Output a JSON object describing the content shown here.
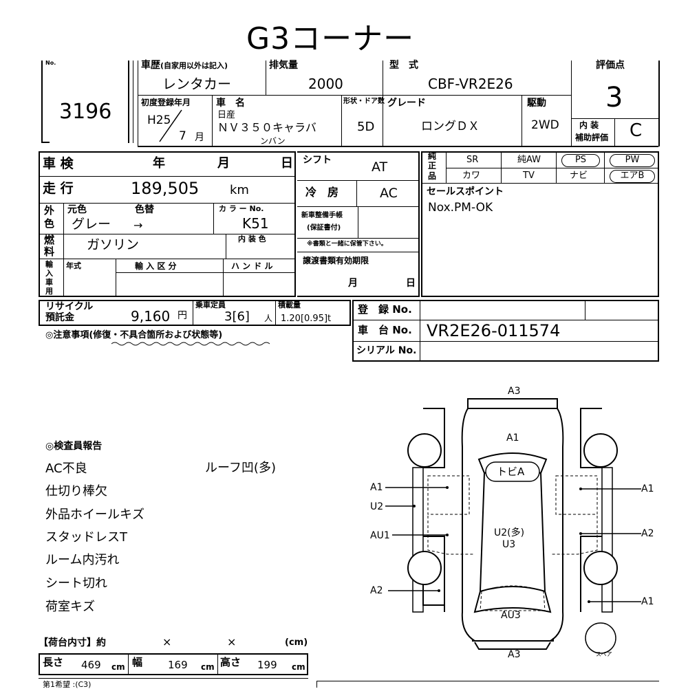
{
  "title": "G3コーナー",
  "lot": {
    "label": "No.",
    "value": "3196"
  },
  "history": {
    "label": "車歴",
    "note": "(自家用以外は記入)",
    "value": "レンタカー"
  },
  "displacement": {
    "label": "排気量",
    "value": "2000"
  },
  "model_type": {
    "label": "型　式",
    "value": "CBF-VR2E26"
  },
  "score": {
    "label": "評価点",
    "value": "3"
  },
  "first_reg": {
    "label": "初度登録年月",
    "era": "H25",
    "month": "7",
    "month_unit": "月"
  },
  "car_name": {
    "label": "車　名",
    "maker": "日産",
    "value_line1": "ＮＶ３５０キャラバ",
    "value_line2": "ンバン"
  },
  "doors": {
    "label": "形状・ドア数",
    "value": "5D"
  },
  "grade": {
    "label": "グレード",
    "value": "ロングＤＸ"
  },
  "drive": {
    "label": "駆動",
    "value": "2WD"
  },
  "interior": {
    "label1": "内 装",
    "label2": "補助評価",
    "value": "C"
  },
  "inspection": {
    "label": "車 検",
    "year": "年",
    "month": "月",
    "day": "日"
  },
  "shift": {
    "label": "シフト",
    "value": "AT"
  },
  "genuine": {
    "label1": "純",
    "label2": "正",
    "label3": "品"
  },
  "equipment": {
    "sr": "SR",
    "aw": "純AW",
    "ps": "PS",
    "pw": "PW",
    "leather": "カワ",
    "tv": "TV",
    "navi": "ナビ",
    "airbag": "エアB"
  },
  "mileage": {
    "label": "走 行",
    "value": "189,505",
    "unit": "km"
  },
  "ac": {
    "label": "冷　房",
    "value": "AC"
  },
  "selling_points": {
    "label": "セールスポイント",
    "value": "Nox.PM-OK"
  },
  "color": {
    "label1": "外",
    "label2": "色",
    "original_label": "元色",
    "original": "グレー",
    "repaint_label": "色替",
    "arrow": "→",
    "code_label": "カ ラ ー No.",
    "code": "K51"
  },
  "new_car_docs": {
    "label1": "新車整備手帳",
    "label2": "(保証書付)",
    "note": "※書類と一緒に保管下さい。"
  },
  "fuel": {
    "label1": "燃",
    "label2": "料",
    "value": "ガソリン",
    "interior_color_label": "内 装 色"
  },
  "import": {
    "label1": "輸",
    "label2": "入",
    "label3": "車",
    "label4": "用",
    "year_label": "年式",
    "category_label": "輸 入 区 分",
    "handle_label": "ハ ン ド ル"
  },
  "transfer_docs": {
    "label": "譲渡書類有効期限",
    "month": "月",
    "day": "日"
  },
  "recycle": {
    "label1": "リサイクル",
    "label2": "預託金",
    "value": "9,160",
    "unit": "円"
  },
  "capacity": {
    "label": "乗車定員",
    "value": "3[6]",
    "unit": "人"
  },
  "load": {
    "label": "積載量",
    "value": "1.20[0.95]t"
  },
  "registration": {
    "label": "登　録 No."
  },
  "chassis": {
    "label": "車　台 No.",
    "value": "VR2E26-011574"
  },
  "serial": {
    "label": "シリアル No."
  },
  "caution": "◎注意事項(修復・不具合箇所および状態等)",
  "report": {
    "title": "◎検査員報告",
    "left": [
      "AC不良",
      "仕切り棒欠",
      "外品ホイールキズ",
      "スタッドレスT",
      "ルーム内汚れ",
      "シート切れ",
      "荷室キズ"
    ],
    "right": "ルーフ凹(多)"
  },
  "diagram": {
    "front": "A3",
    "hood": "A1",
    "roof_note": "トビA",
    "center1": "U2(多)",
    "center2": "U3",
    "rear_panel": "AU3",
    "rear": "A3",
    "spare": "スペア",
    "left": [
      "A1",
      "U2",
      "AU1",
      "A2"
    ],
    "right": [
      "A1",
      "A2",
      "A1"
    ]
  },
  "cargo": {
    "label": "【荷台内寸】約",
    "x1": "×",
    "x2": "×",
    "unit": "(cm)",
    "length_label": "長さ",
    "length": "469",
    "width_label": "幅",
    "width": "169",
    "height_label": "高さ",
    "height": "199",
    "cm": "cm"
  },
  "bottom_note": "第1希望 :(C3)"
}
